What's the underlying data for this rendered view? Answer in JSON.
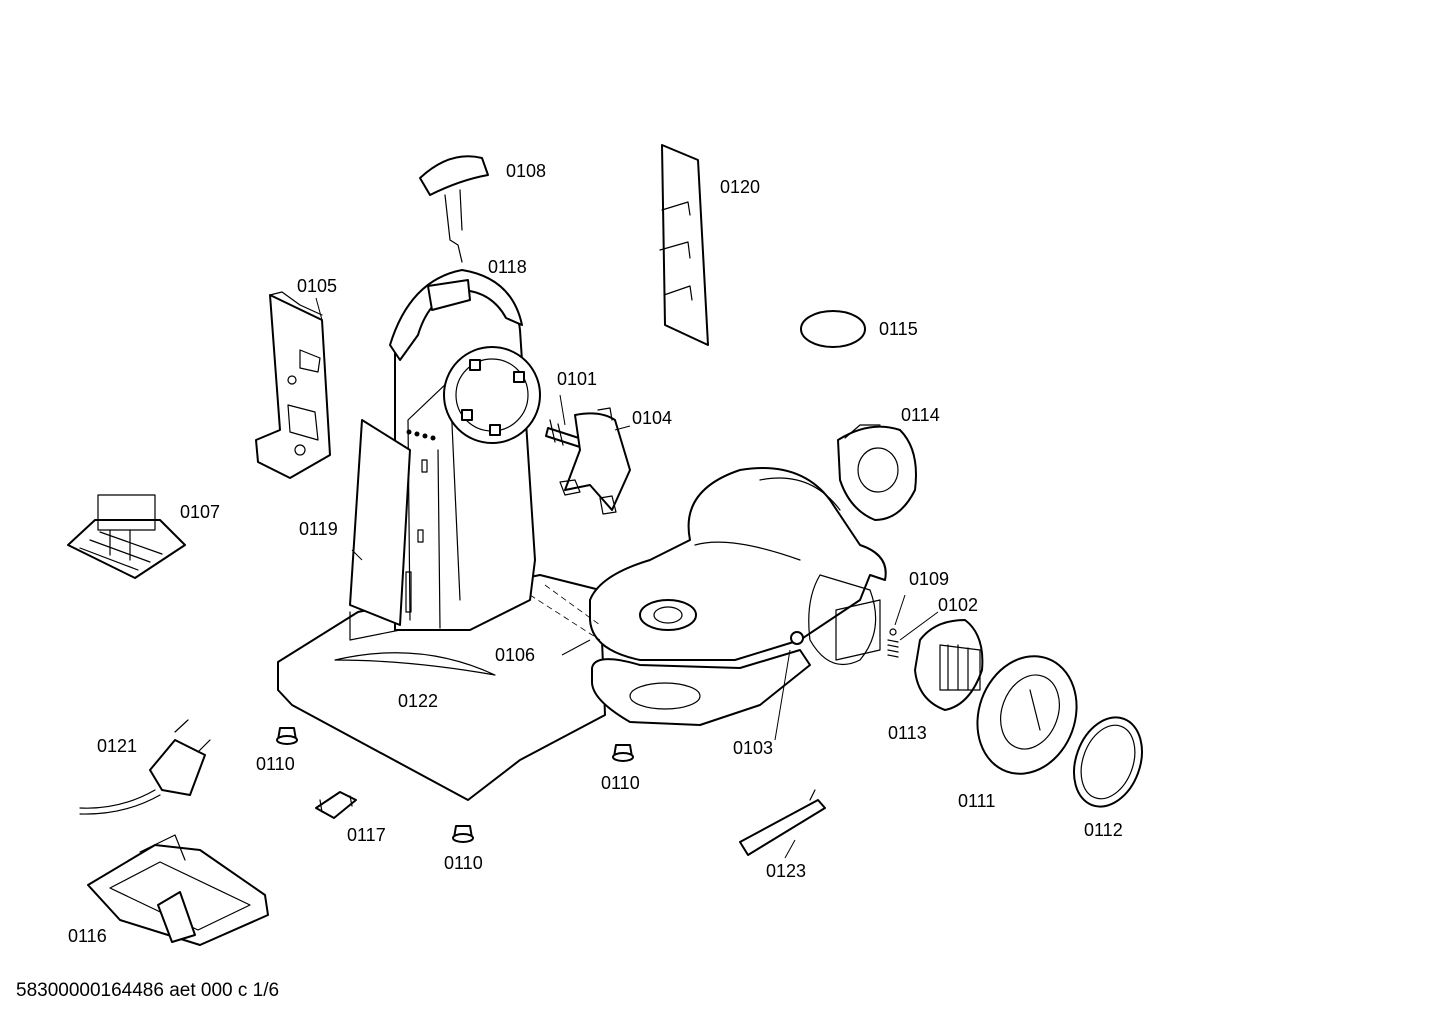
{
  "document_id": "58300000164486 aet 000 c 1/6",
  "parts": [
    {
      "id": "p0101",
      "label": "0101"
    },
    {
      "id": "p0102",
      "label": "0102"
    },
    {
      "id": "p0103",
      "label": "0103"
    },
    {
      "id": "p0104",
      "label": "0104"
    },
    {
      "id": "p0105",
      "label": "0105"
    },
    {
      "id": "p0106",
      "label": "0106"
    },
    {
      "id": "p0107",
      "label": "0107"
    },
    {
      "id": "p0108",
      "label": "0108"
    },
    {
      "id": "p0109",
      "label": "0109"
    },
    {
      "id": "p0110a",
      "label": "0110"
    },
    {
      "id": "p0110b",
      "label": "0110"
    },
    {
      "id": "p0110c",
      "label": "0110"
    },
    {
      "id": "p0111",
      "label": "0111"
    },
    {
      "id": "p0112",
      "label": "0112"
    },
    {
      "id": "p0113",
      "label": "0113"
    },
    {
      "id": "p0114",
      "label": "0114"
    },
    {
      "id": "p0115",
      "label": "0115"
    },
    {
      "id": "p0116",
      "label": "0116"
    },
    {
      "id": "p0117",
      "label": "0117"
    },
    {
      "id": "p0118",
      "label": "0118"
    },
    {
      "id": "p0119",
      "label": "0119"
    },
    {
      "id": "p0120",
      "label": "0120"
    },
    {
      "id": "p0121",
      "label": "0121"
    },
    {
      "id": "p0122",
      "label": "0122"
    },
    {
      "id": "p0123",
      "label": "0123"
    }
  ]
}
